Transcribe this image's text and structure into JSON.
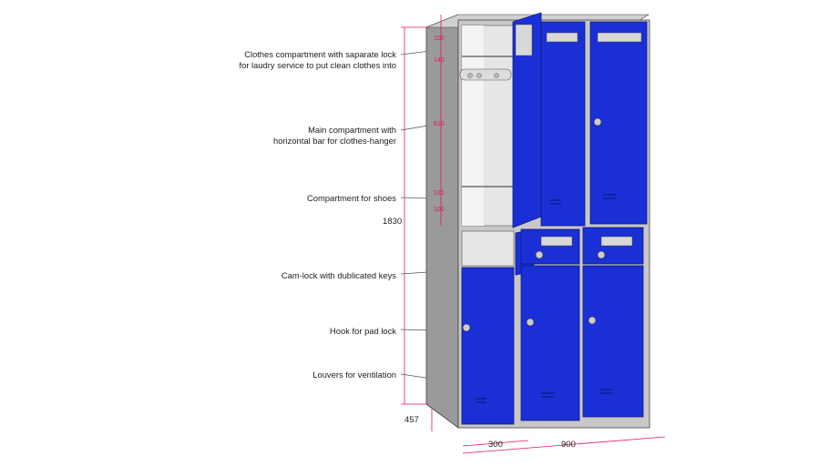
{
  "callouts": [
    {
      "id": "clothes-compartment",
      "lines": [
        "Clothes compartment with saparate lock",
        "for laudry service to put clean clothes into"
      ]
    },
    {
      "id": "main-compartment",
      "lines": [
        "Main compartment with",
        "horizontal bar for clothes-hanger"
      ]
    },
    {
      "id": "shoe-compartment",
      "lines": [
        "Compartment for shoes"
      ]
    },
    {
      "id": "cam-lock",
      "lines": [
        "Cam-lock with dublicated keys"
      ]
    },
    {
      "id": "padlock-hook",
      "lines": [
        "Hook for pad lock"
      ]
    },
    {
      "id": "louvers",
      "lines": [
        "Louvers for ventilation"
      ]
    }
  ],
  "dimensions": {
    "height": "1830",
    "depth": "457",
    "door_width": "300",
    "total_width": "900",
    "sub": [
      "100",
      "140",
      "610",
      "120",
      "100"
    ]
  },
  "colors": {
    "door_blue": "#1a2fd6",
    "door_blue_dark": "#0f1c9e",
    "frame_grey": "#bdbdbd",
    "dim_red": "#e8155a"
  }
}
